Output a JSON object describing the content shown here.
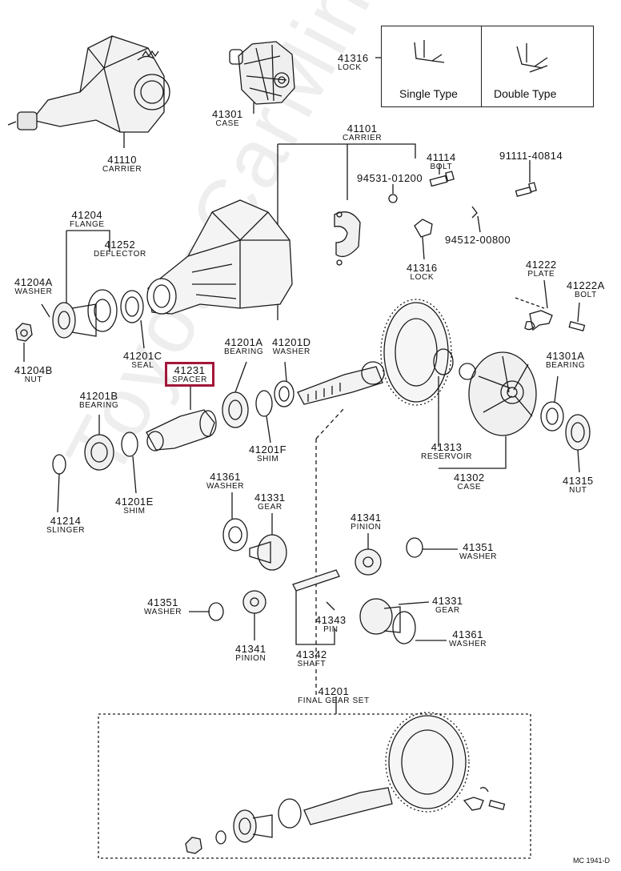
{
  "watermark": "ToyotaCarMiner.ru",
  "diagram_code": "MC 1941-D",
  "lock_box": {
    "single_label": "Single Type",
    "double_label": "Double Type"
  },
  "parts": {
    "p41316a": {
      "num": "41316",
      "name": "LOCK"
    },
    "p41301": {
      "num": "41301",
      "name": "CASE"
    },
    "p41110": {
      "num": "41110",
      "name": "CARRIER"
    },
    "p41101": {
      "num": "41101",
      "name": "CARRIER"
    },
    "p41114": {
      "num": "41114",
      "name": "BOLT"
    },
    "p91111": {
      "num": "91111-40814",
      "name": ""
    },
    "p94531": {
      "num": "94531-01200",
      "name": ""
    },
    "p94512": {
      "num": "94512-00800",
      "name": ""
    },
    "p41316b": {
      "num": "41316",
      "name": "LOCK"
    },
    "p41204": {
      "num": "41204",
      "name": "FLANGE"
    },
    "p41252": {
      "num": "41252",
      "name": "DEFLECTOR"
    },
    "p41204a": {
      "num": "41204A",
      "name": "WASHER"
    },
    "p41204b": {
      "num": "41204B",
      "name": "NUT"
    },
    "p41201c": {
      "num": "41201C",
      "name": "SEAL"
    },
    "p41222": {
      "num": "41222",
      "name": "PLATE"
    },
    "p41222a": {
      "num": "41222A",
      "name": "BOLT"
    },
    "p41201a": {
      "num": "41201A",
      "name": "BEARING"
    },
    "p41201d": {
      "num": "41201D",
      "name": "WASHER"
    },
    "p41231": {
      "num": "41231",
      "name": "SPACER"
    },
    "p41301a": {
      "num": "41301A",
      "name": "BEARING"
    },
    "p41201b": {
      "num": "41201B",
      "name": "BEARING"
    },
    "p41201f": {
      "num": "41201F",
      "name": "SHIM"
    },
    "p41313": {
      "num": "41313",
      "name": "RESERVOIR"
    },
    "p41302": {
      "num": "41302",
      "name": "CASE"
    },
    "p41315": {
      "num": "41315",
      "name": "NUT"
    },
    "p41201e": {
      "num": "41201E",
      "name": "SHIM"
    },
    "p41214": {
      "num": "41214",
      "name": "SLINGER"
    },
    "p41361a": {
      "num": "41361",
      "name": "WASHER"
    },
    "p41331a": {
      "num": "41331",
      "name": "GEAR"
    },
    "p41341a": {
      "num": "41341",
      "name": "PINION"
    },
    "p41351a": {
      "num": "41351",
      "name": "WASHER"
    },
    "p41351b": {
      "num": "41351",
      "name": "WASHER"
    },
    "p41331b": {
      "num": "41331",
      "name": "GEAR"
    },
    "p41343": {
      "num": "41343",
      "name": "PIN"
    },
    "p41361b": {
      "num": "41361",
      "name": "WASHER"
    },
    "p41341b": {
      "num": "41341",
      "name": "PINION"
    },
    "p41342": {
      "num": "41342",
      "name": "SHAFT"
    },
    "p41201": {
      "num": "41201",
      "name": "FINAL GEAR SET"
    }
  },
  "highlight": {
    "part": "41231",
    "color": "#a3163a"
  }
}
